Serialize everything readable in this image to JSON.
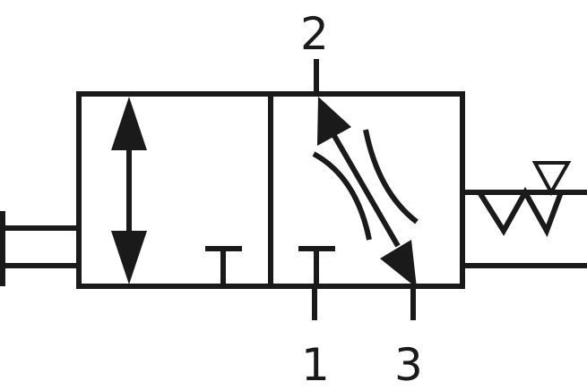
{
  "symbol": {
    "ports": {
      "port_2": "2",
      "port_1": "1",
      "port_3": "3"
    },
    "colors": {
      "line": "#1a1a1a",
      "background": "#ffffff"
    }
  }
}
